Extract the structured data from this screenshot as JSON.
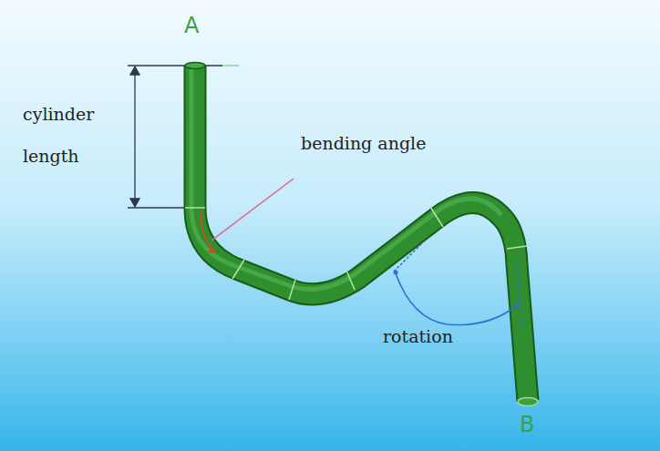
{
  "diagram": {
    "labels": [
      "A",
      "cylinder length",
      "bending angle",
      "rotation",
      "B"
    ]
  }
}
